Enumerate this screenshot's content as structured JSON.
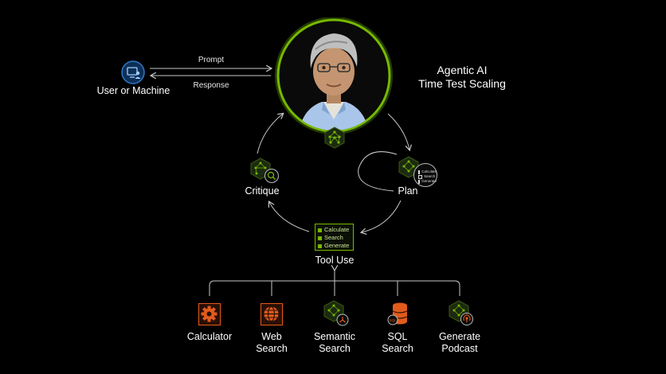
{
  "title": {
    "line1": "Agentic AI",
    "line2": "Time Test Scaling"
  },
  "user": {
    "label": "User or Machine",
    "icon": "computer-user-icon"
  },
  "arrows": {
    "prompt": "Prompt",
    "response": "Response"
  },
  "agent": {
    "icon": "avatar-portrait",
    "ring_color": "#76b900"
  },
  "cycle": {
    "critique": "Critique",
    "plan": "Plan",
    "tool_use": "Tool Use",
    "plan_list": [
      "Calculate",
      "Search",
      "Generate"
    ]
  },
  "tool_menu": [
    "Calculate",
    "Search",
    "Generate"
  ],
  "tools": [
    {
      "line1": "Calculator",
      "line2": "",
      "icon": "gear-icon"
    },
    {
      "line1": "Web",
      "line2": "Search",
      "icon": "globe-icon"
    },
    {
      "line1": "Semantic",
      "line2": "Search",
      "icon": "network-cube-icon"
    },
    {
      "line1": "SQL",
      "line2": "Search",
      "icon": "database-icon"
    },
    {
      "line1": "Generate",
      "line2": "Podcast",
      "icon": "podcast-icon"
    }
  ],
  "colors": {
    "accent": "#76b900",
    "orange": "#e25b1c",
    "line": "#bdbdbd"
  }
}
